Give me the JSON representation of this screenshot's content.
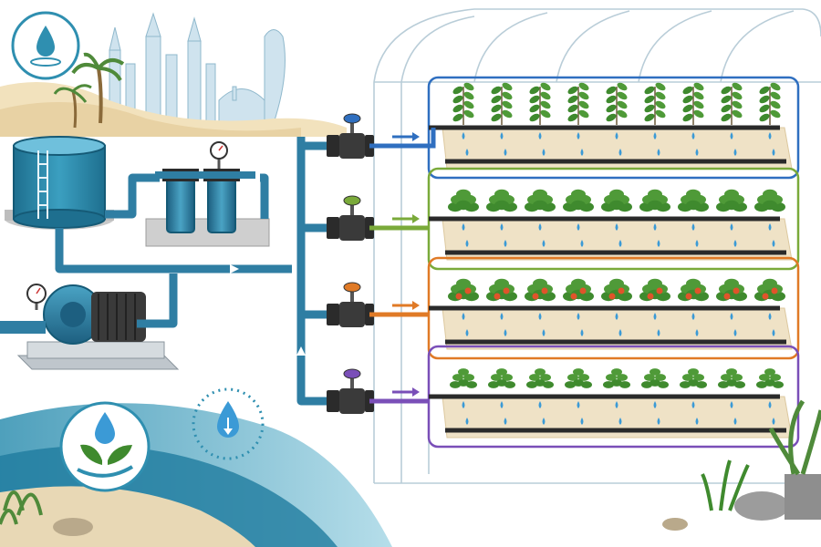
{
  "colors": {
    "pipe": "#2f7ea3",
    "pipe_dark": "#1d5f80",
    "zone1": "#2f6fc0",
    "zone2": "#7aaa3a",
    "zone3": "#e07a26",
    "zone4": "#7a4fb8",
    "water": "#3b9ad6",
    "sand": "#efe2c6",
    "plant": "#3f8a2e"
  },
  "icons": [
    "water-drop-icon",
    "leaf-hand-icon",
    "drop-down-arrow-icon",
    "pressure-gauge-icon",
    "valve-handle-icon",
    "flow-arrow-icon"
  ],
  "zones": [
    {
      "name": "zone-1",
      "color_key": "zone1",
      "plant": "tomato-vine",
      "fruit": false
    },
    {
      "name": "zone-2",
      "color_key": "zone2",
      "plant": "leafy-green",
      "fruit": false
    },
    {
      "name": "zone-3",
      "color_key": "zone3",
      "plant": "pepper",
      "fruit": true
    },
    {
      "name": "zone-4",
      "color_key": "zone4",
      "plant": "herb",
      "fruit": false
    }
  ],
  "plants_per_row": 9
}
